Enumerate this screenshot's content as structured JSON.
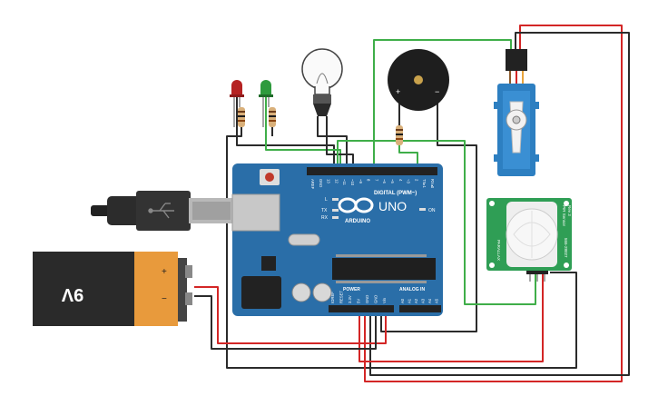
{
  "board": {
    "logo_text": "ARDUINO",
    "model": "UNO",
    "digital_label": "DIGITAL (PWM~)",
    "on_label": "ON",
    "led_l": "L",
    "led_tx": "TX",
    "led_rx": "RX",
    "power_label": "POWER",
    "analog_label": "ANALOG IN",
    "digital_pins": [
      "AREF",
      "GND",
      "13",
      "12",
      "~11",
      "~10",
      "~9",
      "8",
      "7",
      "~6",
      "~5",
      "4",
      "~3",
      "2",
      "TX▸1",
      "RX◂0"
    ],
    "power_pins": [
      "IOREF",
      "RESET",
      "3.3V",
      "5V",
      "GND",
      "GND",
      "Vin"
    ],
    "analog_pins": [
      "A0",
      "A1",
      "A2",
      "A3",
      "A4",
      "A5"
    ]
  },
  "battery": {
    "label": "9V",
    "plus": "+",
    "minus": "−"
  },
  "buzzer": {
    "plus": "+",
    "minus": "−"
  },
  "pir": {
    "side_text_1": "PIR Sensor",
    "side_text_2": "Rev 3",
    "side_text_3": "555-28027",
    "side_text_4": "PARALLAX"
  },
  "colors": {
    "wire_black": "#2b2b2b",
    "wire_green": "#3fae49",
    "wire_red": "#d32626",
    "board_blue": "#2a6ea8",
    "led_red": "#b52222",
    "led_green": "#2e9a3d",
    "battery_orange": "#e89a3c",
    "battery_black": "#2a2a2a",
    "servo_blue": "#2d7fc1",
    "pir_green": "#2f9e55"
  }
}
